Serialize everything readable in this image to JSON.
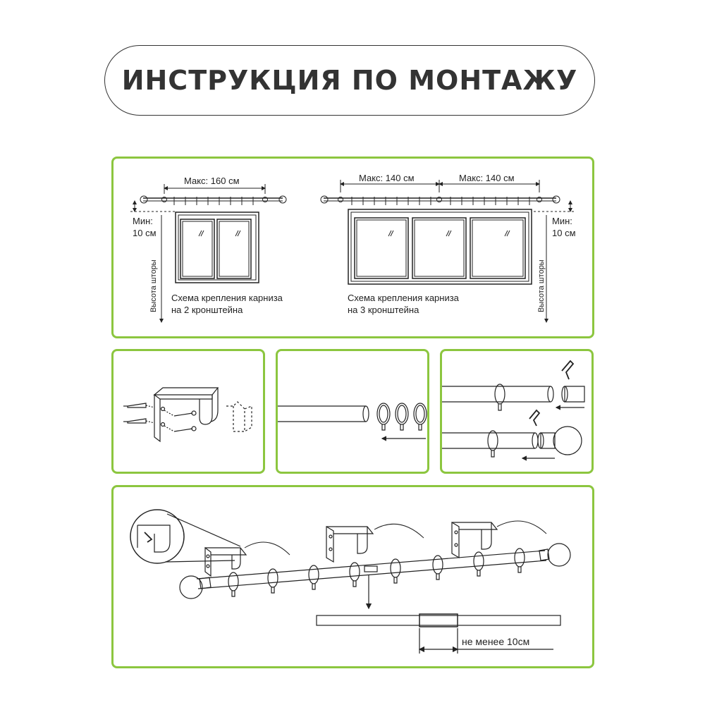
{
  "title": "ИНСТРУКЦИЯ ПО МОНТАЖУ",
  "colors": {
    "accent": "#8cc63f",
    "line": "#222222"
  },
  "scheme_two": {
    "max_label": "Макс: 160 см",
    "min_label": "Мин:",
    "min_value": "10 см",
    "height_label": "Высота шторы",
    "caption_line1": "Схема крепления карниза",
    "caption_line2": "на 2 кронштейна"
  },
  "scheme_three": {
    "max_label_left": "Макс: 140 см",
    "max_label_right": "Макс: 140 см",
    "min_label": "Мин:",
    "min_value": "10 см",
    "height_label": "Высота шторы",
    "caption_line1": "Схема крепления карниза",
    "caption_line2": "на 3 кронштейна"
  },
  "assembly": {
    "overlap_label": "не менее 10см"
  }
}
